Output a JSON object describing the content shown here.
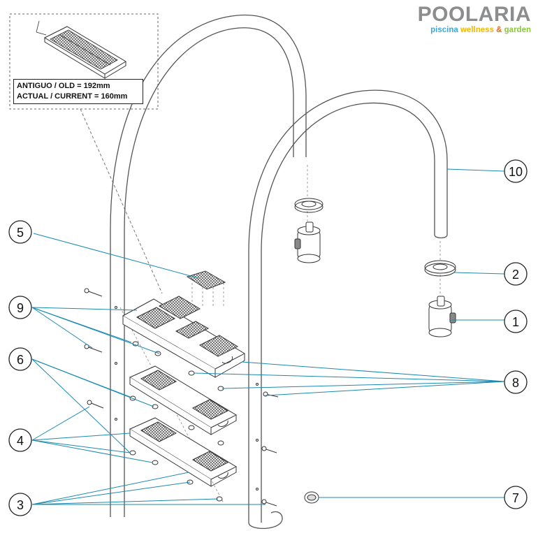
{
  "logo": {
    "brand_a": "POO",
    "brand_b": "LARIA",
    "tagline_a": "piscina",
    "tagline_b": "wellness",
    "tagline_c": "&",
    "tagline_d": "garden"
  },
  "inset_note": {
    "line1": "ANTIGUO / OLD = 192mm",
    "line2": "ACTUAL / CURRENT = 160mm"
  },
  "callouts": [
    "1",
    "2",
    "3",
    "4",
    "5",
    "6",
    "7",
    "8",
    "9",
    "10"
  ],
  "colors": {
    "leader_line": "#1a8ab0",
    "outline": "#555555",
    "brand_grey": "#8b8d8f",
    "brand_blue": "#3aa8d8"
  }
}
